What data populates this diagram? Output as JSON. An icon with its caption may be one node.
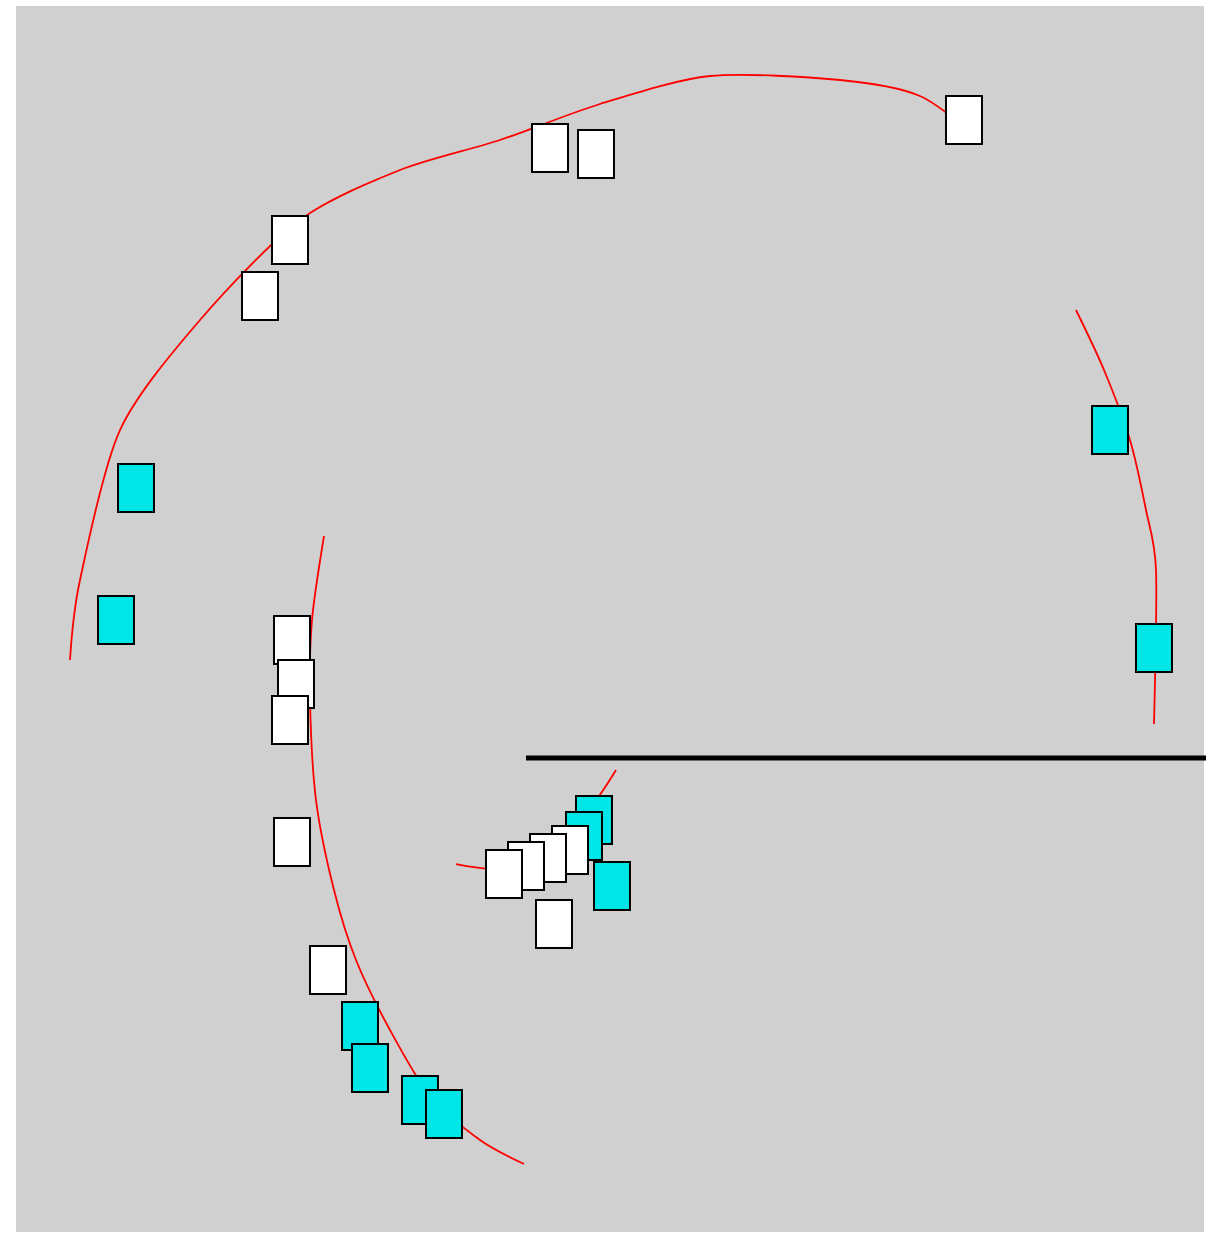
{
  "diagram": {
    "nodes": [
      {
        "text": [],
        "shape": "box"
      },
      {
        "text": [],
        "shape": "box"
      },
      {
        "text": [],
        "shape": "box"
      },
      {
        "text": [],
        "shape": "box"
      },
      {
        "text": [],
        "shape": "box"
      },
      {
        "text": [],
        "shape": "box"
      },
      {
        "text": [],
        "shape": "box"
      },
      {
        "text": [],
        "shape": "box"
      },
      {
        "text": [],
        "shape": "box"
      },
      {
        "text": [],
        "shape": "box"
      },
      {
        "text": [],
        "shape": "box"
      },
      {
        "text": [],
        "shape": "box"
      },
      {
        "text": [],
        "shape": "box"
      },
      {
        "text": [],
        "shape": "box"
      },
      {
        "text": [],
        "shape": "box"
      },
      {
        "text": [],
        "shape": "box"
      },
      {
        "text": [],
        "shape": "box"
      },
      {
        "text": [],
        "shape": "box"
      },
      {
        "text": [],
        "shape": "box"
      },
      {
        "text": [],
        "shape": "box"
      },
      {
        "text": [],
        "shape": "box"
      },
      {
        "text": [],
        "shape": "box"
      },
      {
        "text": [],
        "shape": "box"
      },
      {
        "text": [],
        "shape": "box"
      },
      {
        "text": [],
        "shape": "box"
      },
      {
        "text": [],
        "shape": "box"
      }
    ]
  }
}
